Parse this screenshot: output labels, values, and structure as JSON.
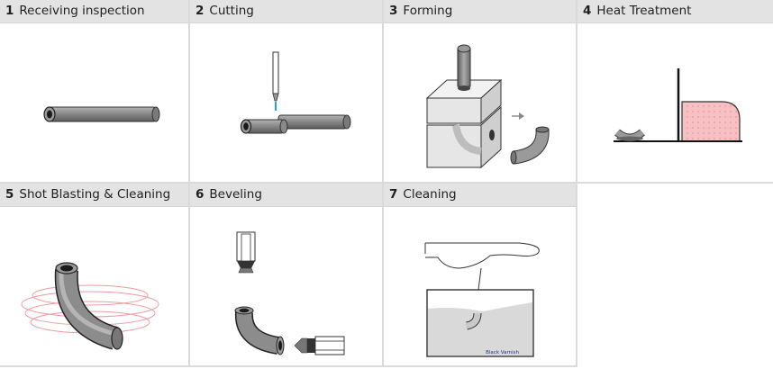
{
  "steps": [
    {
      "number": "1",
      "label": "Receiving inspection"
    },
    {
      "number": "2",
      "label": "Cutting"
    },
    {
      "number": "3",
      "label": "Forming"
    },
    {
      "number": "4",
      "label": "Heat Treatment"
    },
    {
      "number": "5",
      "label": "Shot Blasting & Cleaning"
    },
    {
      "number": "6",
      "label": "Beveling"
    },
    {
      "number": "7",
      "label": "Cleaning"
    }
  ],
  "cleaning_tank_label": "Black Varnish",
  "colors": {
    "header_bg": "#e3e3e3",
    "pipe_gray": "#8c8c8c",
    "heat_fill": "#f7c1c4",
    "blast_ring": "#f09aa0",
    "tank_liquid": "#d9d9d9",
    "arrow_blue": "#1fa3e0"
  }
}
